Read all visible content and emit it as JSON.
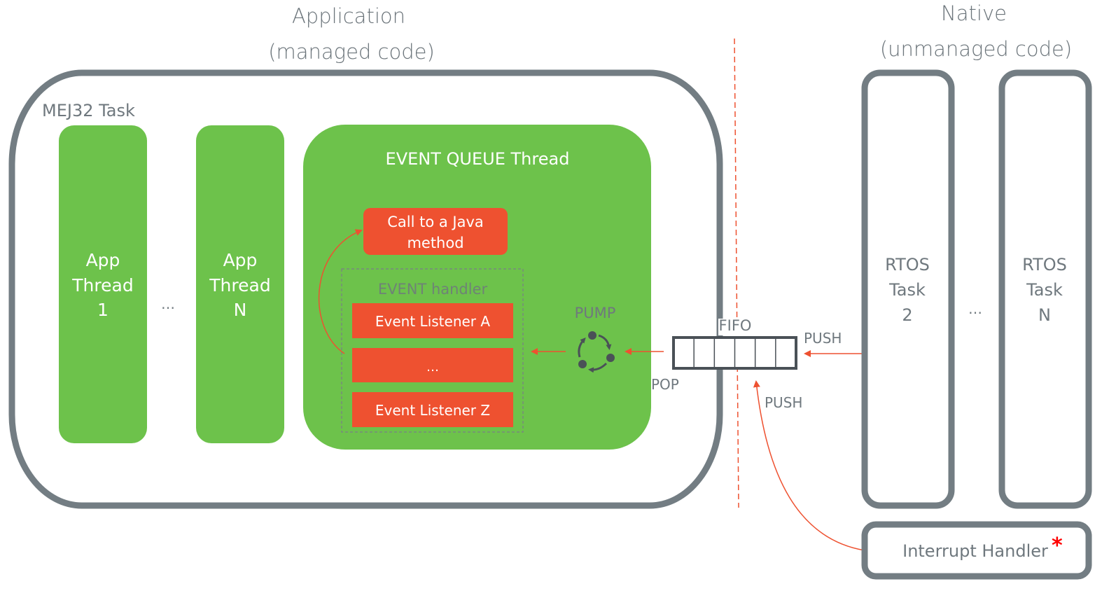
{
  "headings": {
    "application": [
      "Application",
      "(managed code)"
    ],
    "native": [
      "Native",
      "(unmanaged code)"
    ]
  },
  "mej32_task": {
    "label": "MEJ32 Task"
  },
  "app_threads": [
    {
      "lines": [
        "App",
        "Thread",
        "1"
      ]
    },
    {
      "lines": [
        "App",
        "Thread",
        "N"
      ]
    }
  ],
  "app_threads_ellipsis": "…",
  "event_queue_thread": {
    "title": "EVENT QUEUE Thread",
    "java_call": [
      "Call to a Java",
      "method"
    ],
    "event_handler": {
      "label": "EVENT handler",
      "listeners": [
        "Event Listener A",
        "…",
        "Event Listener Z"
      ]
    },
    "pump": {
      "label": "PUMP",
      "icon": "cycle-icon"
    }
  },
  "fifo": {
    "label": "FIFO",
    "cells": 6
  },
  "arrows": {
    "pop": "POP",
    "push_task": "PUSH",
    "push_interrupt": "PUSH"
  },
  "rtos_tasks": [
    {
      "lines": [
        "RTOS",
        "Task",
        "2"
      ]
    },
    {
      "lines": [
        "RTOS",
        "Task",
        "N"
      ]
    }
  ],
  "rtos_ellipsis": "…",
  "interrupt_handler": {
    "label": "Interrupt Handler",
    "marker": "*"
  },
  "colors": {
    "green": "#6dc24b",
    "orange": "#ee5130",
    "gray": "#737d83",
    "dark": "#4a5157",
    "marker_red": "#ff0000"
  }
}
